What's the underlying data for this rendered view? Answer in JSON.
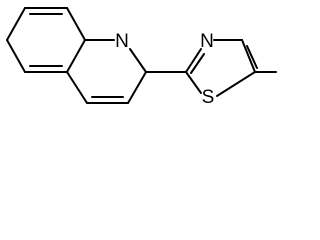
{
  "molecule": {
    "atoms": {
      "quinoline_n": "N",
      "thiazole_n": "N",
      "thiazole_s": "S"
    }
  },
  "colors": {
    "bond": "#000000",
    "text": "#000000",
    "background": "#ffffff"
  }
}
